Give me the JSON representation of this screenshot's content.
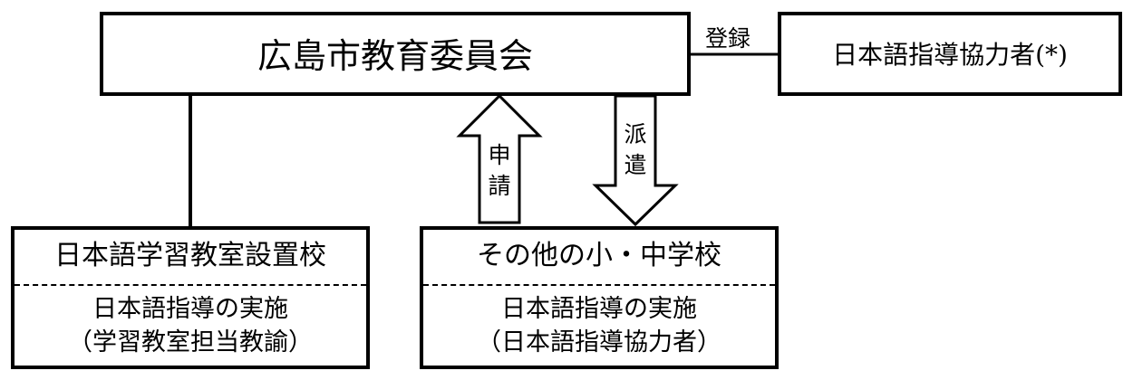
{
  "board": {
    "label": "広島市教育委員会"
  },
  "cooperator": {
    "label": "日本語指導協力者(*)"
  },
  "register": {
    "label": "登録"
  },
  "classroom_school": {
    "title": "日本語学習教室設置校",
    "detail_line1": "日本語指導の実施",
    "detail_line2": "（学習教室担当教諭）"
  },
  "other_school": {
    "title": "その他の小・中学校",
    "detail_line1": "日本語指導の実施",
    "detail_line2": "（日本語指導協力者）"
  },
  "apply": {
    "char1": "申",
    "char2": "請"
  },
  "dispatch": {
    "char1": "派",
    "char2": "遣"
  }
}
